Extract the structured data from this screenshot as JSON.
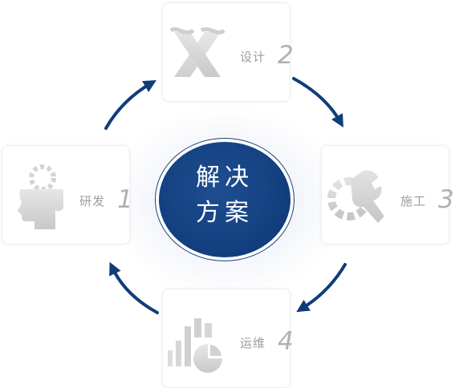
{
  "center": {
    "line1": "解决",
    "line2": "方案"
  },
  "steps": [
    {
      "label": "研发",
      "number": "1",
      "icon": "head-gear-icon"
    },
    {
      "label": "设计",
      "number": "2",
      "icon": "design-tool-icon"
    },
    {
      "label": "施工",
      "number": "3",
      "icon": "wrench-gear-icon"
    },
    {
      "label": "运维",
      "number": "4",
      "icon": "bar-pie-chart-icon"
    }
  ],
  "colors": {
    "accent": "#134081",
    "arrow": "#103c7a",
    "icon": "#d6d6d6",
    "text": "#9d9d9d"
  }
}
